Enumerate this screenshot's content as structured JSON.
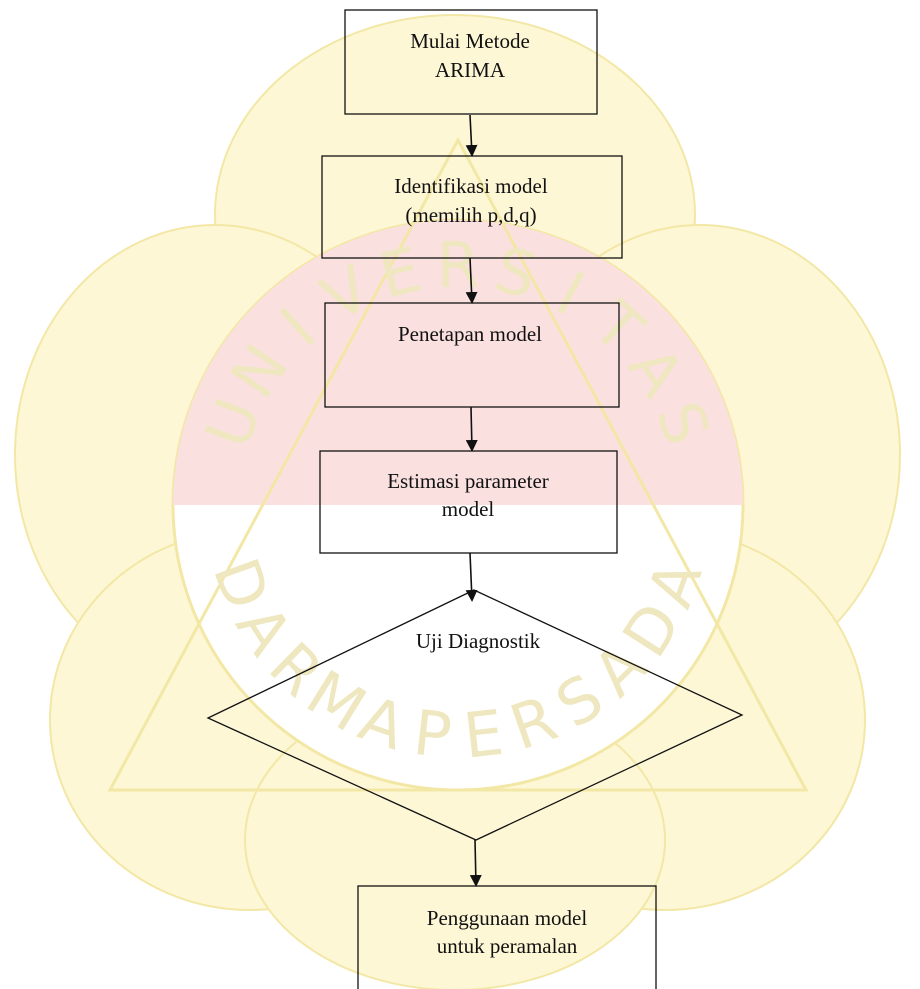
{
  "flowchart": {
    "nodes": [
      {
        "id": "start",
        "shape": "rectangle",
        "lines": [
          "Mulai Metode",
          "ARIMA"
        ]
      },
      {
        "id": "identify",
        "shape": "rectangle",
        "lines": [
          "Identifikasi model",
          "(memilih p,d,q)"
        ]
      },
      {
        "id": "specify",
        "shape": "rectangle",
        "lines": [
          "Penetapan model"
        ]
      },
      {
        "id": "estimate",
        "shape": "rectangle",
        "lines": [
          "Estimasi parameter",
          "model"
        ]
      },
      {
        "id": "diagnostic",
        "shape": "diamond",
        "lines": [
          "Uji Diagnostik"
        ]
      },
      {
        "id": "forecast",
        "shape": "rectangle",
        "lines": [
          "Penggunaan model",
          "untuk peramalan"
        ]
      }
    ],
    "edges": [
      {
        "from": "start",
        "to": "identify"
      },
      {
        "from": "identify",
        "to": "specify"
      },
      {
        "from": "specify",
        "to": "estimate"
      },
      {
        "from": "estimate",
        "to": "diagnostic"
      },
      {
        "from": "diagnostic",
        "to": "forecast"
      }
    ]
  },
  "watermark": {
    "letters": [
      "U",
      "N",
      "I",
      "V",
      "E",
      "R",
      "S",
      "I",
      "T",
      "A",
      "S"
    ],
    "letters_bottom": [
      "D",
      "A",
      "R",
      "M",
      "A",
      "P",
      "E",
      "R",
      "S",
      "A",
      "D",
      "A"
    ],
    "colors": {
      "petal": "#fdf7d6",
      "petal_stroke": "#f3e7a6",
      "red": "#fbe0e0",
      "letters": "#eee7bf"
    }
  }
}
